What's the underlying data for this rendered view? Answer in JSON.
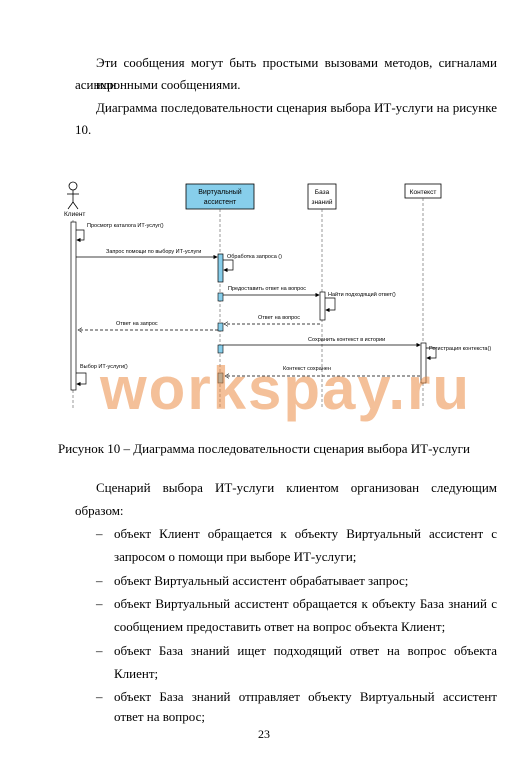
{
  "intro": {
    "line1": "Эти сообщения могут быть простыми вызовами методов, сигналами или",
    "line2": "асинхронными сообщениями.",
    "line3": "Диаграмма последовательности сценария выбора ИТ-услуги на рисунке",
    "line4": "10."
  },
  "diagram": {
    "actor_label": "Клиент",
    "box_assistant_line1": "Виртуальный",
    "box_assistant_line2": "ассистент",
    "box_kb_line1": "База",
    "box_kb_line2": "знаний",
    "box_context": "Контекст",
    "messages": [
      "Просмотр каталога ИТ-услуг()",
      "Запрос помощи по выбору ИТ-услуги",
      "Обработка запроса ()",
      "Предоставить ответ на вопрос",
      "Найти подходящий ответ()",
      "Ответ на вопрос",
      "Ответ на запрос",
      "Сохранить контекст в истории",
      "Регистрация контекста()",
      "Контекст сохранен",
      "Выбор ИТ-услуги()"
    ],
    "accent": "#87ceeb",
    "watermark": "workspay.ru"
  },
  "caption": "Рисунок 10 – Диаграмма последовательности сценария выбора ИТ-услуги",
  "body": {
    "para_line1": "Сценарий выбора ИТ-услуги клиентом организован следующим",
    "para_line2": "образом:",
    "bullet_mark": "–",
    "items": [
      {
        "l1": "объект Клиент обращается к объекту Виртуальный ассистент с",
        "l2": "запросом о помощи при выборе ИТ-услуги;"
      },
      {
        "l1": "объект Виртуальный ассистент обрабатывает запрос;",
        "l2": ""
      },
      {
        "l1": "объект Виртуальный ассистент обращается к объекту База знаний с",
        "l2": "сообщением предоставить ответ на вопрос объекта Клиент;"
      },
      {
        "l1": "объект База знаний ищет подходящий ответ на вопрос объекта",
        "l2": "Клиент;"
      },
      {
        "l1": "объект База знаний отправляет объекту Виртуальный ассистент",
        "l2": "ответ на вопрос;"
      }
    ]
  },
  "page_number": "23"
}
